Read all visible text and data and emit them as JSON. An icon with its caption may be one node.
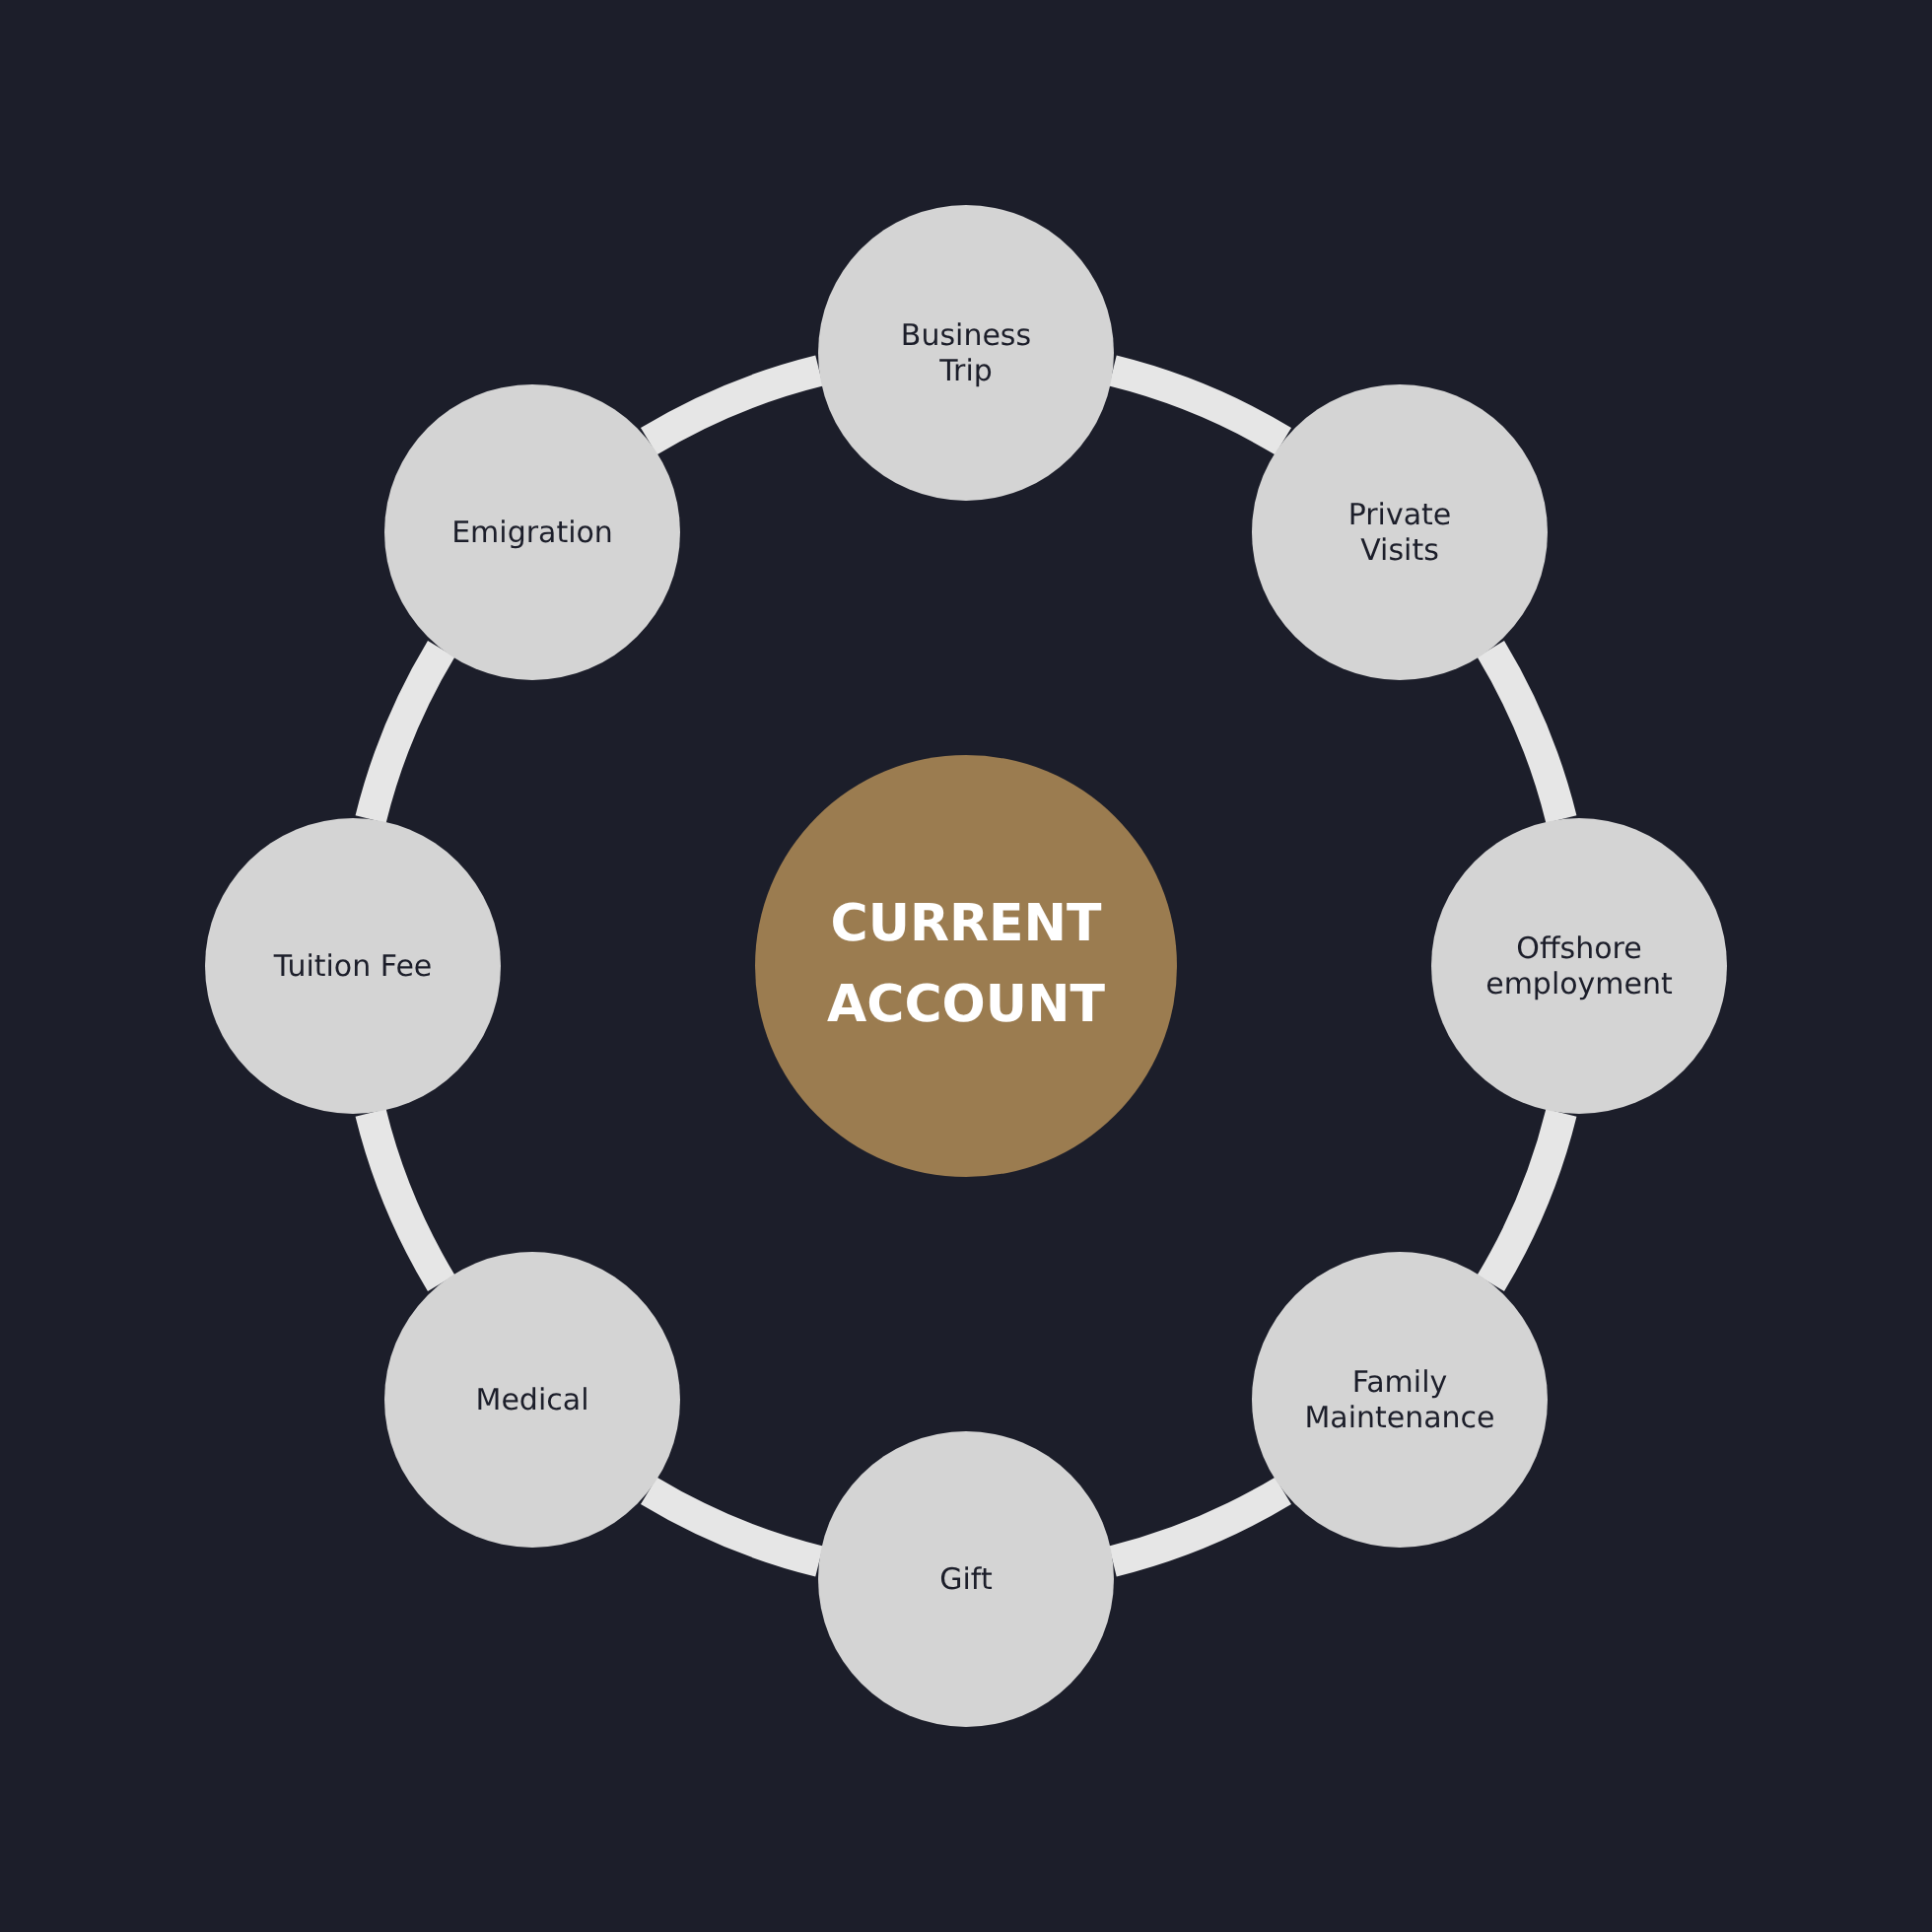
{
  "diagram": {
    "nodes": [
      {
        "text": [
          "CURRENT ACCOUNT"
        ]
      },
      {
        "text": [
          "Business Trip"
        ]
      },
      {
        "text": [
          "Private Visits"
        ]
      },
      {
        "text": [
          "Offshore employment"
        ]
      },
      {
        "text": [
          "Family Maintenance"
        ]
      },
      {
        "text": [
          "Gift"
        ]
      },
      {
        "text": [
          "Medical"
        ]
      },
      {
        "text": [
          "Tuition Fee"
        ]
      },
      {
        "text": [
          "Emigration"
        ]
      }
    ],
    "edges": [
      {
        "from": 1,
        "to": 2,
        "arrow": "none"
      },
      {
        "from": 2,
        "to": 3,
        "arrow": "none"
      },
      {
        "from": 3,
        "to": 4,
        "arrow": "none"
      },
      {
        "from": 4,
        "to": 5,
        "arrow": "none"
      },
      {
        "from": 5,
        "to": 6,
        "arrow": "none"
      },
      {
        "from": 6,
        "to": 7,
        "arrow": "none"
      },
      {
        "from": 7,
        "to": 8,
        "arrow": "none"
      },
      {
        "from": 8,
        "to": 1,
        "arrow": "none"
      }
    ]
  }
}
